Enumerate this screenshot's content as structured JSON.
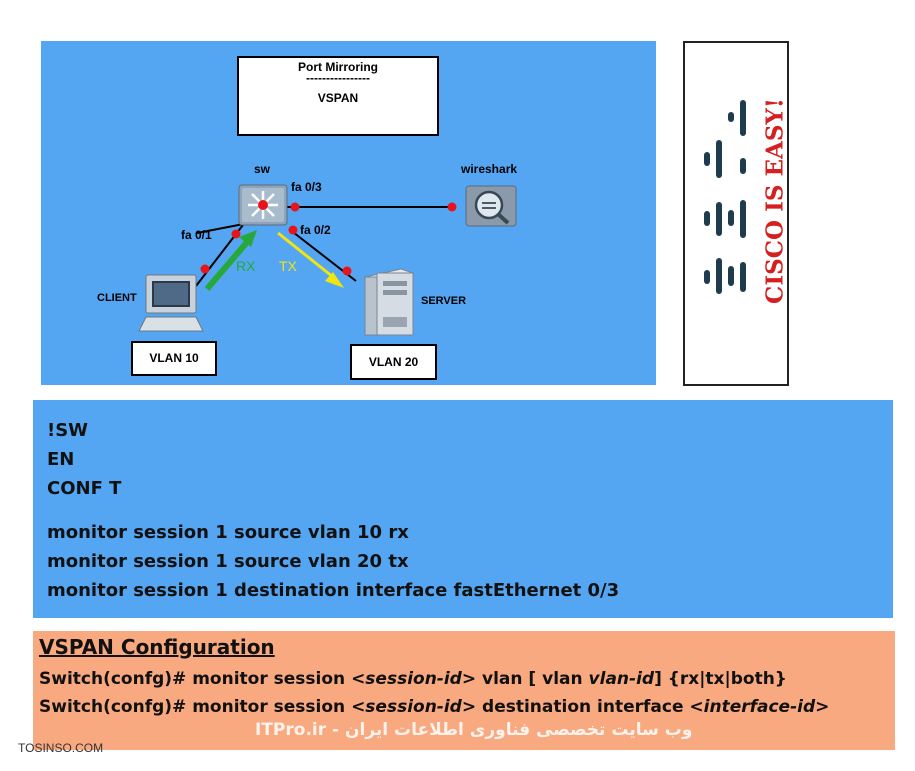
{
  "topology": {
    "title": "Port Mirroring",
    "title_divider": "----------------",
    "subtitle": "VSPAN",
    "switch_label": "sw",
    "sniffer_label": "wireshark",
    "client_label": "CLIENT",
    "server_label": "SERVER",
    "port_client": "fa 0/1",
    "port_server": "fa 0/2",
    "port_sniffer": "fa 0/3",
    "rx_label": "RX",
    "tx_label": "TX",
    "vlan_client": "VLAN 10",
    "vlan_server": "VLAN 20",
    "colors": {
      "background": "#54a6f3",
      "rx_arrow": "#27a83a",
      "tx_arrow": "#f0e510",
      "port_dot": "#e8141b"
    }
  },
  "logo": {
    "text": "CISCO IS EASY!",
    "color": "#d42020"
  },
  "commands": {
    "lines": [
      "!SW",
      "EN",
      "CONF T"
    ],
    "monitor": [
      "monitor session 1 source vlan 10 rx",
      "monitor session 1 source vlan 20 tx",
      "monitor session 1 destination interface fastEthernet 0/3"
    ]
  },
  "syntax": {
    "title": "VSPAN Configuration",
    "line1": {
      "prefix": "Switch(confg)# monitor session ",
      "sid": "<session-id>",
      "mid": "  vlan  [ vlan ",
      "vid": "vlan-id",
      "suffix": "] {rx|tx|both}"
    },
    "line2": {
      "prefix": "Switch(confg)# monitor session ",
      "sid": "<session-id>",
      "mid": " destination interface ",
      "iid": "<interface-id",
      "suffix": ">"
    }
  },
  "watermark": "ITPro.ir - وب سایت تخصصی فناوری اطلاعات ایران",
  "site": "TOSINSO.COM"
}
